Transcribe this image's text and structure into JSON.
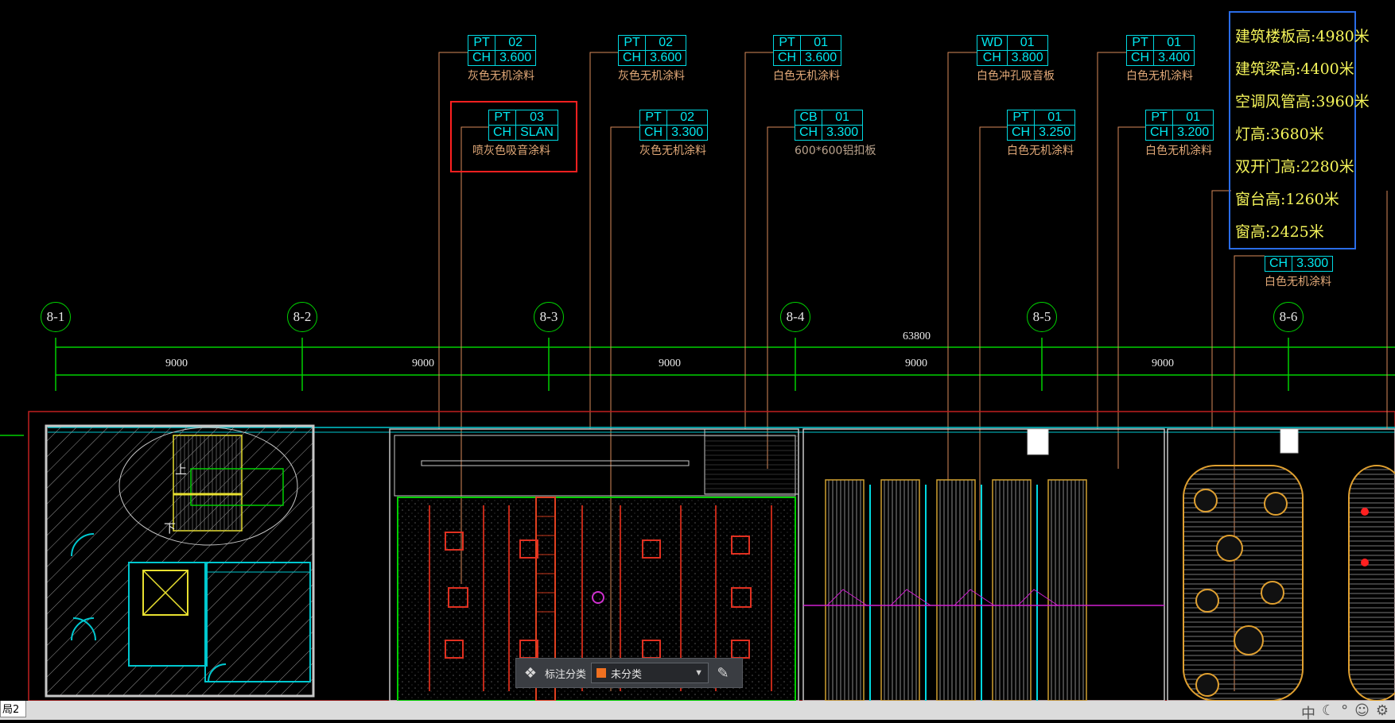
{
  "tags": [
    {
      "id": "t1",
      "code": "PT",
      "num": "02",
      "ch": "CH",
      "height": "3.600",
      "desc": "灰色无机涂料"
    },
    {
      "id": "t2",
      "code": "PT",
      "num": "02",
      "ch": "CH",
      "height": "3.600",
      "desc": "灰色无机涂料"
    },
    {
      "id": "t3",
      "code": "PT",
      "num": "01",
      "ch": "CH",
      "height": "3.600",
      "desc": "白色无机涂料"
    },
    {
      "id": "t4",
      "code": "WD",
      "num": "01",
      "ch": "CH",
      "height": "3.800",
      "desc": "白色冲孔吸音板"
    },
    {
      "id": "t5",
      "code": "PT",
      "num": "01",
      "ch": "CH",
      "height": "3.400",
      "desc": "白色无机涂料"
    },
    {
      "id": "t6",
      "code": "PT",
      "num": "03",
      "ch": "CH",
      "height": "SLAN",
      "desc": "喷灰色吸音涂料"
    },
    {
      "id": "t7",
      "code": "PT",
      "num": "02",
      "ch": "CH",
      "height": "3.300",
      "desc": "灰色无机涂料"
    },
    {
      "id": "t8",
      "code": "CB",
      "num": "01",
      "ch": "CH",
      "height": "3.300",
      "desc": "600*600铝扣板"
    },
    {
      "id": "t9",
      "code": "PT",
      "num": "01",
      "ch": "CH",
      "height": "3.250",
      "desc": "白色无机涂料"
    },
    {
      "id": "t10",
      "code": "PT",
      "num": "01",
      "ch": "CH",
      "height": "3.200",
      "desc": "白色无机涂料"
    },
    {
      "id": "t11",
      "code": "",
      "num": "",
      "ch": "CH",
      "height": "3.300",
      "desc": "白色无机涂料"
    }
  ],
  "info_lines": [
    "建筑楼板高:4980米",
    "建筑梁高:4400米",
    "空调风管高:3960米",
    "灯高:3680米",
    "双开门高:2280米",
    "窗台高:1260米",
    "窗高:2425米"
  ],
  "grid_axes": [
    "8-1",
    "8-2",
    "8-3",
    "8-4",
    "8-5",
    "8-6"
  ],
  "dimensions": {
    "total": "63800",
    "spans": [
      "9000",
      "9000",
      "9000",
      "9000",
      "9000"
    ]
  },
  "annotation_bar": {
    "label": "标注分类",
    "selected": "未分类",
    "accent": "#f07020"
  },
  "status": {
    "layout_tab": "局2"
  },
  "colors": {
    "background": "#000000",
    "grid_line": "#00d000",
    "tag_border": "#00d8e0",
    "selection": "#ff2020",
    "info_box": "#2a6de8"
  }
}
